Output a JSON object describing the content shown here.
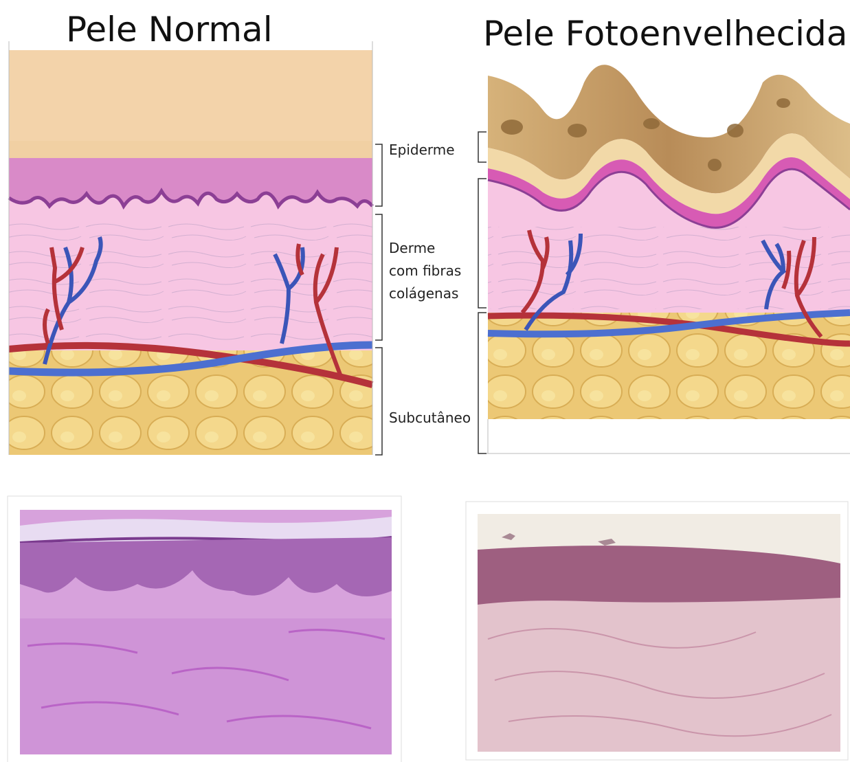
{
  "titles": {
    "normal": "Pele Normal",
    "photoaged": "Pele Fotoenvelhecida"
  },
  "labels": {
    "epidermis": "Epiderme",
    "dermis": [
      "Derme",
      "com fibras",
      "colágenas"
    ],
    "subcutaneous": "Subcutâneo"
  },
  "colors": {
    "stratum_corneum": "#f2d2a8",
    "epidermis": "#d98ac8",
    "dermis": "#f7c6e3",
    "fat": "#ecc875",
    "artery": "#b5323a",
    "vein": "#3b55b8",
    "aged_surface": "#c8a06a",
    "histology_normal": "#d7a2dc",
    "histology_aged": "#e3c3cc"
  }
}
